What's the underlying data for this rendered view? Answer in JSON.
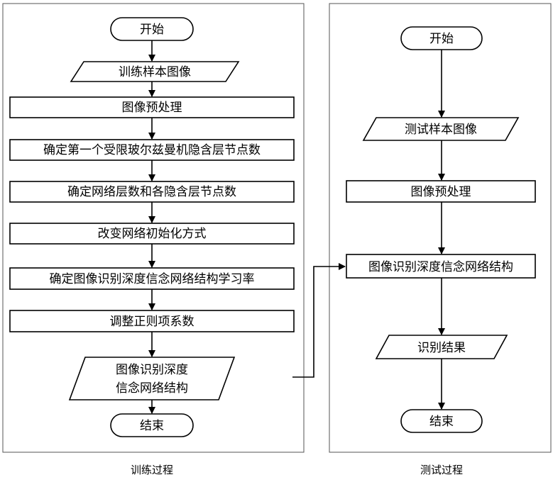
{
  "training": {
    "caption": "训练过程",
    "start": "开始",
    "input": "训练样本图像",
    "preprocess": "图像预处理",
    "step1": "确定第一个受限玻尔兹曼机隐含层节点数",
    "step2": "确定网络层数和各隐含层节点数",
    "step3": "改变网络初始化方式",
    "step4": "确定图像识别深度信念网络结构学习率",
    "step5": "调整正则项系数",
    "output_line1": "图像识别深度",
    "output_line2": "信念网络结构",
    "end": "结束"
  },
  "testing": {
    "caption": "测试过程",
    "start": "开始",
    "input": "测试样本图像",
    "preprocess": "图像预处理",
    "network": "图像识别深度信念网络结构",
    "result": "识别结果",
    "end": "结束"
  }
}
